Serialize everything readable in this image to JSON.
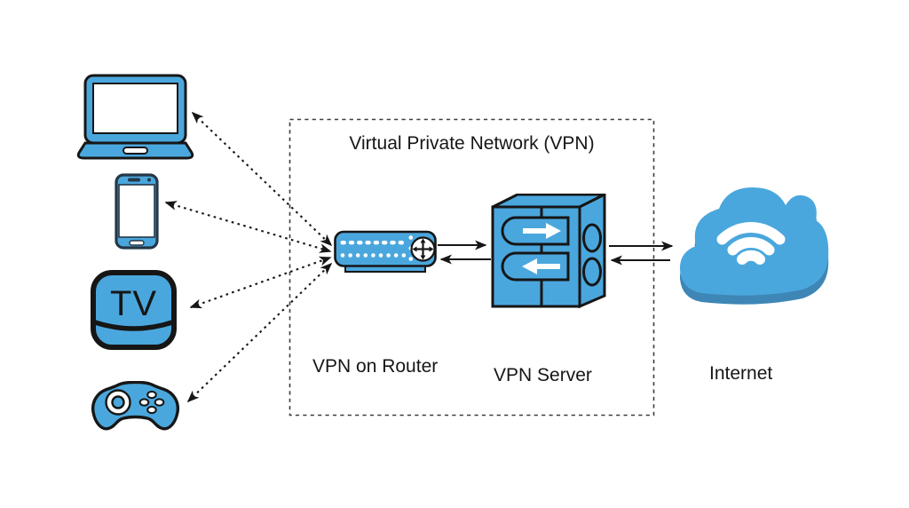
{
  "title": "Virtual Private Network (VPN)",
  "nodes": {
    "devices": [
      {
        "id": "laptop",
        "icon": "laptop-icon"
      },
      {
        "id": "smartphone",
        "icon": "smartphone-icon"
      },
      {
        "id": "tv-box",
        "icon": "tv-box-icon",
        "label": "TV"
      },
      {
        "id": "game-controller",
        "icon": "game-controller-icon"
      }
    ],
    "router": {
      "icon": "wifi-router-icon",
      "label": "VPN on Router"
    },
    "server": {
      "icon": "vpn-server-icon",
      "label": "VPN Server"
    },
    "internet": {
      "icon": "cloud-icon",
      "overlay_icon": "wifi-icon",
      "label": "Internet"
    }
  },
  "connections": [
    {
      "from": "laptop",
      "to": "router",
      "style": "dotted",
      "bidirectional": true
    },
    {
      "from": "smartphone",
      "to": "router",
      "style": "dotted",
      "bidirectional": true
    },
    {
      "from": "tv-box",
      "to": "router",
      "style": "dotted",
      "bidirectional": true
    },
    {
      "from": "game-controller",
      "to": "router",
      "style": "dotted",
      "bidirectional": true
    },
    {
      "from": "router",
      "to": "server",
      "style": "solid"
    },
    {
      "from": "server",
      "to": "router",
      "style": "solid"
    },
    {
      "from": "server",
      "to": "internet",
      "style": "solid"
    },
    {
      "from": "internet",
      "to": "server",
      "style": "solid"
    }
  ],
  "colors": {
    "blue": "#4AA7DD",
    "blue_dark": "#3E86B6",
    "ink": "#161616",
    "phone_navy": "#253746",
    "background": "#FFFFFF"
  }
}
